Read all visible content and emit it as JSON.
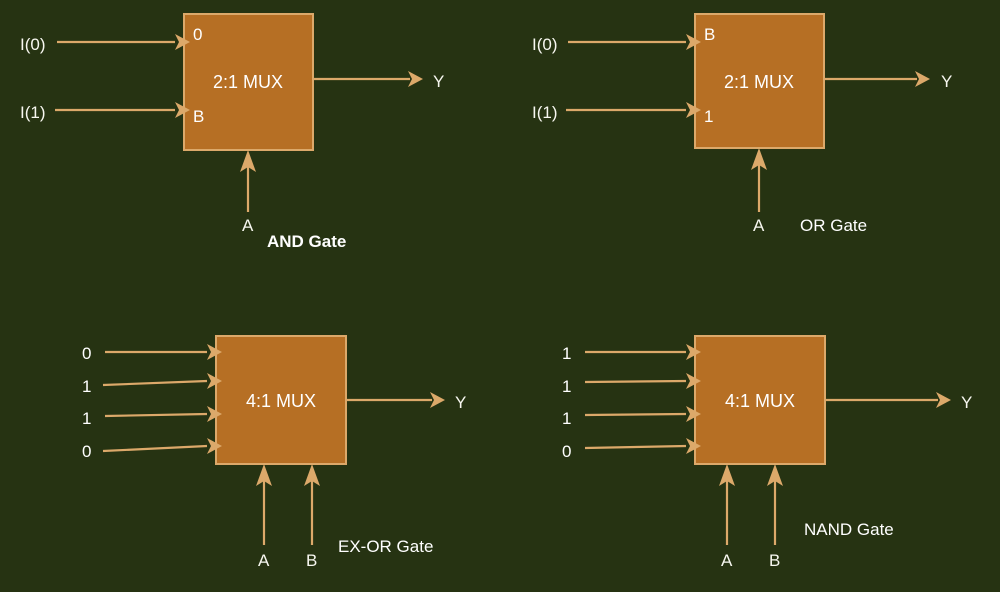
{
  "figure": {
    "background_color": "#263312",
    "box_fill_color": "#b66f24",
    "wire_color": "#dca96a",
    "text_color": "#ffffff"
  },
  "diagrams": [
    {
      "id": "and-gate-mux",
      "mux_label": "2:1 MUX",
      "gate_name": "AND Gate",
      "gate_name_bold": true,
      "data_inputs": [
        {
          "wire_label": "I(0)",
          "port_label": "0"
        },
        {
          "wire_label": "I(1)",
          "port_label": "B"
        }
      ],
      "select_inputs": [
        {
          "label": "A"
        }
      ],
      "output": {
        "label": "Y"
      }
    },
    {
      "id": "or-gate-mux",
      "mux_label": "2:1 MUX",
      "gate_name": "OR Gate",
      "gate_name_bold": false,
      "data_inputs": [
        {
          "wire_label": "I(0)",
          "port_label": "B"
        },
        {
          "wire_label": "I(1)",
          "port_label": "1"
        }
      ],
      "select_inputs": [
        {
          "label": "A"
        }
      ],
      "output": {
        "label": "Y"
      }
    },
    {
      "id": "exor-gate-mux",
      "mux_label": "4:1 MUX",
      "gate_name": "EX-OR Gate",
      "gate_name_bold": false,
      "data_inputs": [
        {
          "wire_label": "0",
          "port_label": ""
        },
        {
          "wire_label": "1",
          "port_label": ""
        },
        {
          "wire_label": "1",
          "port_label": ""
        },
        {
          "wire_label": "0",
          "port_label": ""
        }
      ],
      "select_inputs": [
        {
          "label": "A"
        },
        {
          "label": "B"
        }
      ],
      "output": {
        "label": "Y"
      }
    },
    {
      "id": "nand-gate-mux",
      "mux_label": "4:1 MUX",
      "gate_name": "NAND Gate",
      "gate_name_bold": false,
      "data_inputs": [
        {
          "wire_label": "1",
          "port_label": ""
        },
        {
          "wire_label": "1",
          "port_label": ""
        },
        {
          "wire_label": "1",
          "port_label": ""
        },
        {
          "wire_label": "0",
          "port_label": ""
        }
      ],
      "select_inputs": [
        {
          "label": "A"
        },
        {
          "label": "B"
        }
      ],
      "output": {
        "label": "Y"
      }
    }
  ]
}
